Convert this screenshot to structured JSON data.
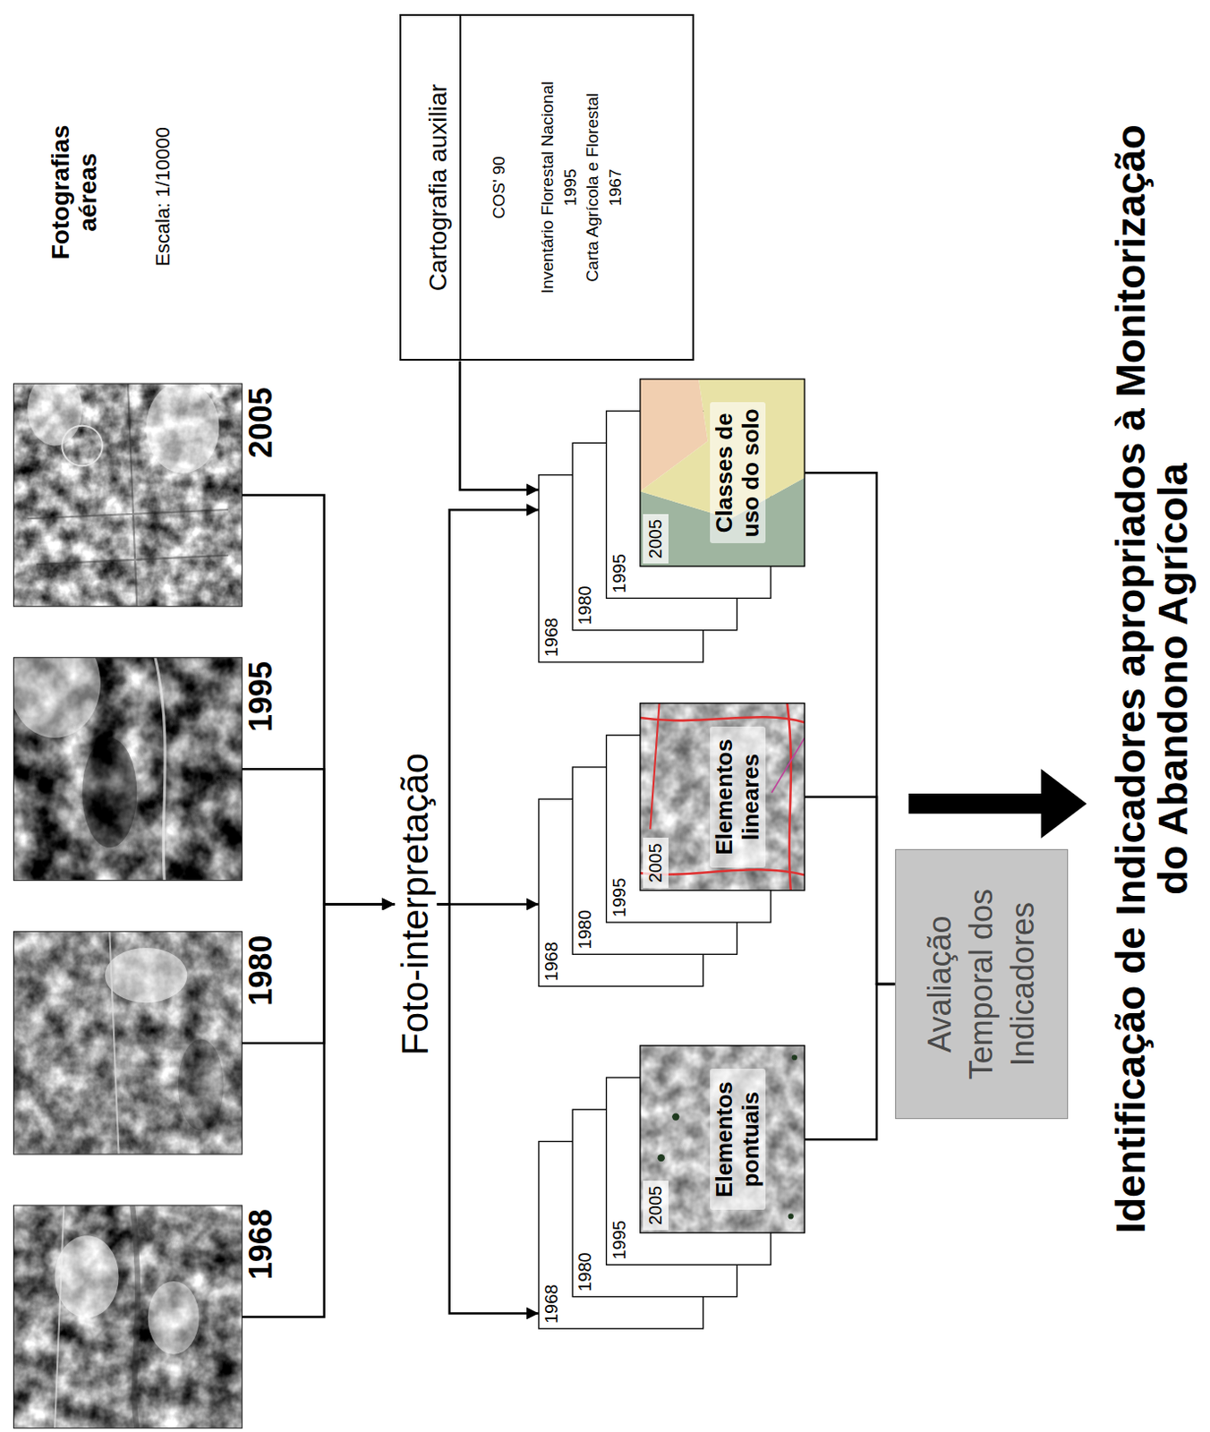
{
  "diagram": {
    "nodes": [
      {
        "text": [
          "1968"
        ]
      },
      {
        "text": [
          "1980"
        ]
      },
      {
        "text": [
          "1995"
        ]
      },
      {
        "text": [
          "2005"
        ]
      },
      {
        "text": [
          "Cartografia auxiliar",
          "COS' 90",
          "Inventário Florestal Nacional",
          "1995",
          "Carta Agrícola e Florestal",
          "1967"
        ]
      },
      {
        "text": [
          "Foto-interpretação"
        ]
      },
      {
        "text": [
          "1968"
        ]
      },
      {
        "text": [
          "1980"
        ]
      },
      {
        "text": [
          "1995"
        ]
      },
      {
        "text": [
          "2005",
          "Elementos pontuais"
        ]
      },
      {
        "text": [
          "1968"
        ]
      },
      {
        "text": [
          "1980"
        ]
      },
      {
        "text": [
          "1995"
        ]
      },
      {
        "text": [
          "2005",
          "Elementos lineares"
        ]
      },
      {
        "text": [
          "1968"
        ]
      },
      {
        "text": [
          "1980"
        ]
      },
      {
        "text": [
          "1995"
        ]
      },
      {
        "text": [
          "2005",
          "Classes de uso do solo"
        ]
      },
      {
        "text": [
          "Avaliação Temporal dos Indicadores"
        ]
      }
    ],
    "edges": [
      {
        "from": 0,
        "to": 5,
        "arrow": "to"
      },
      {
        "from": 1,
        "to": 5,
        "arrow": "to"
      },
      {
        "from": 2,
        "to": 5,
        "arrow": "to"
      },
      {
        "from": 3,
        "to": 5,
        "arrow": "to"
      },
      {
        "from": 5,
        "to": 6,
        "arrow": "to"
      },
      {
        "from": 5,
        "to": 10,
        "arrow": "to"
      },
      {
        "from": 5,
        "to": 14,
        "arrow": "to"
      },
      {
        "from": 4,
        "to": 14,
        "arrow": "to"
      },
      {
        "from": 9,
        "to": 18,
        "arrow": "none"
      },
      {
        "from": 13,
        "to": 18,
        "arrow": "none"
      },
      {
        "from": 17,
        "to": 18,
        "arrow": "none"
      }
    ],
    "labels": [
      "Fotografias aéreas",
      "Escala: 1/10000",
      "Identificação de Indicadores apropriados à Monitorização do Abandono Agrícola"
    ]
  }
}
